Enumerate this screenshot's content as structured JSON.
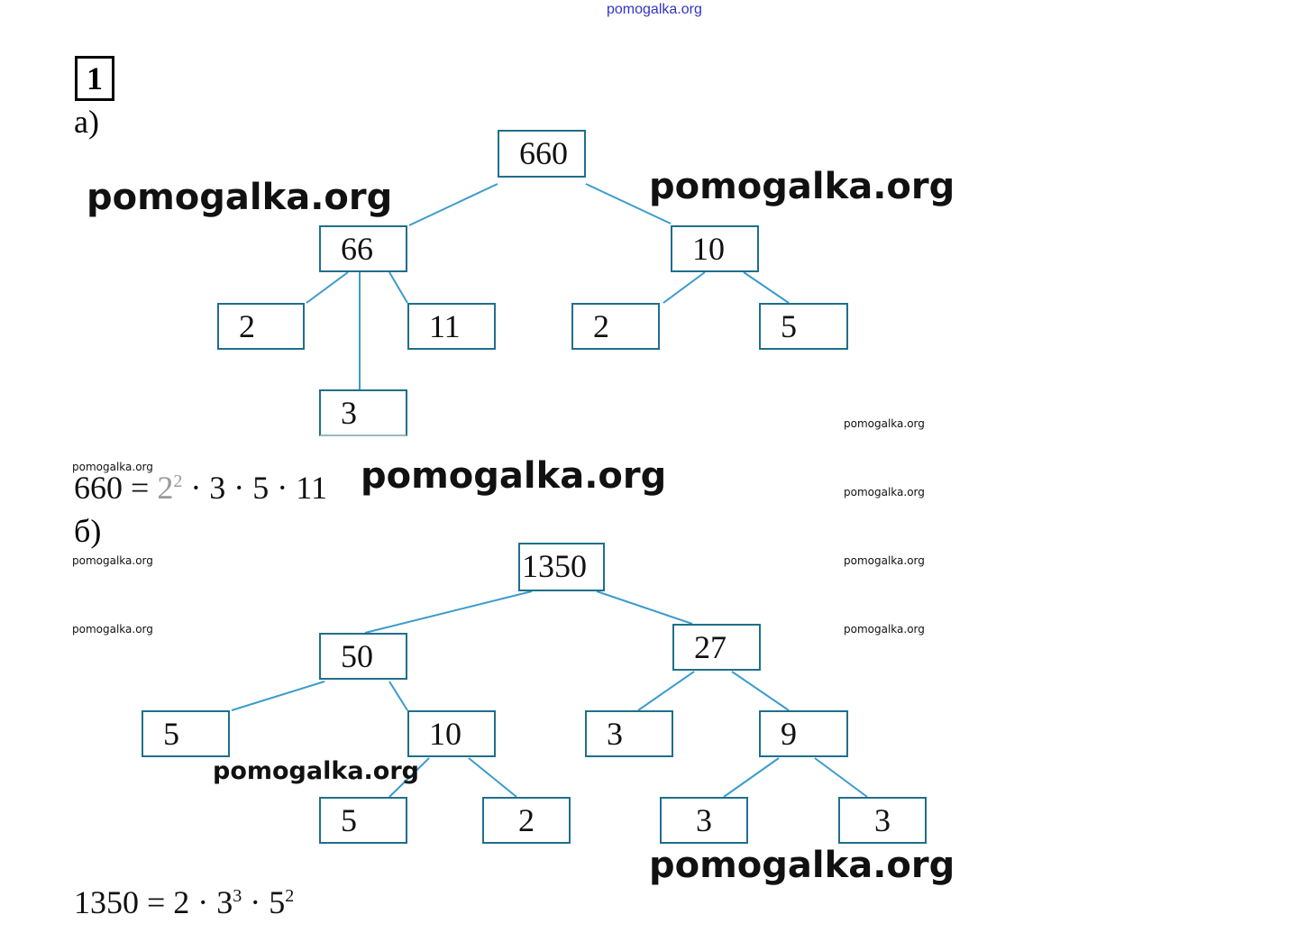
{
  "header_watermark": "pomogalka.org",
  "task_number": "1",
  "part_a": {
    "label": "а)",
    "root": "660",
    "level1": [
      "66",
      "10"
    ],
    "level2": [
      "2",
      "11",
      "3",
      "2",
      "5"
    ],
    "result": {
      "lhs": "660 =",
      "base": "2",
      "exp": "2",
      "rest": "· 3 · 5 · 11"
    }
  },
  "part_b": {
    "label": "б)",
    "root": "1350",
    "level1": [
      "50",
      "27"
    ],
    "level2": [
      "5",
      "10",
      "3",
      "9"
    ],
    "level3": [
      "5",
      "2",
      "3",
      "3"
    ],
    "result": {
      "lhs": "1350 = 2 · 3",
      "exp1": "3",
      "mid": " · 5",
      "exp2": "2"
    }
  },
  "watermarks": {
    "big": "pomogalka.org",
    "small": "pomogalka.org"
  },
  "colors": {
    "box_border": "#1f6f8b",
    "line": "#3a9ccc",
    "header": "#3333cc"
  }
}
